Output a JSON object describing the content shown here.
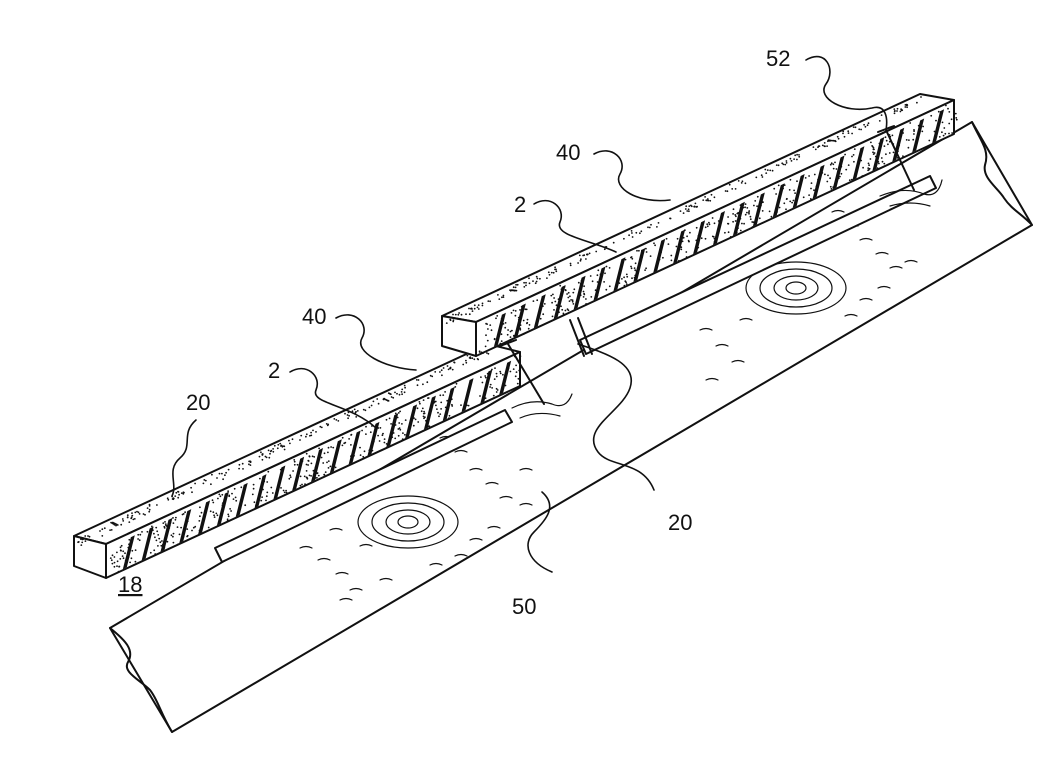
{
  "labels": {
    "ref_18": "18",
    "ref_20_left": "20",
    "ref_20_mid": "20",
    "ref_2_left": "2",
    "ref_2_right": "2",
    "ref_40_left": "40",
    "ref_40_right": "40",
    "ref_50": "50",
    "ref_52": "52"
  },
  "colors": {
    "ink": "#111111",
    "paper": "#ffffff"
  }
}
